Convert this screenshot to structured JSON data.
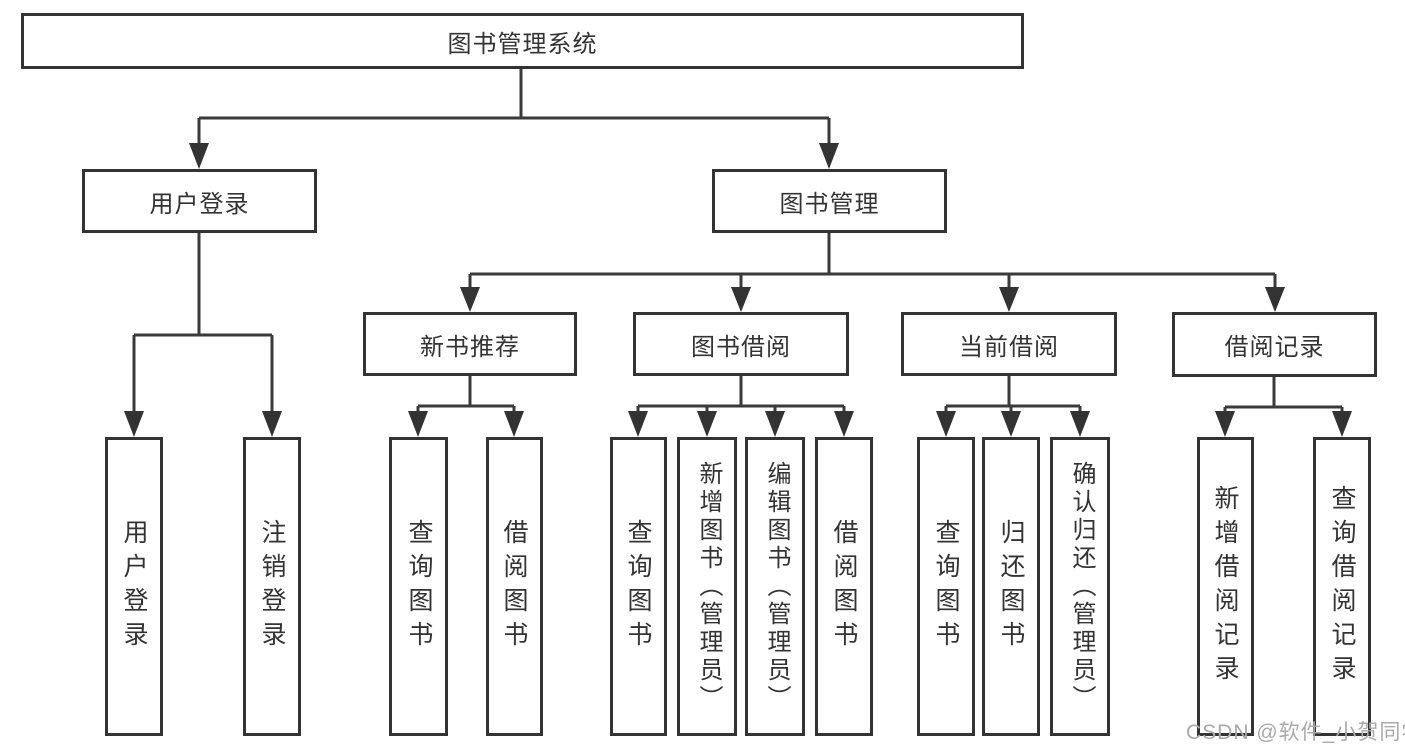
{
  "tree": {
    "label": "图书管理系统",
    "children": [
      {
        "label": "用户登录",
        "children": [
          {
            "label": "用户登录"
          },
          {
            "label": "注销登录"
          }
        ]
      },
      {
        "label": "图书管理",
        "children": [
          {
            "label": "新书推荐",
            "children": [
              {
                "label": "查询图书"
              },
              {
                "label": "借阅图书"
              }
            ]
          },
          {
            "label": "图书借阅",
            "children": [
              {
                "label": "查询图书"
              },
              {
                "label": "新增图书（管理员）"
              },
              {
                "label": "编辑图书（管理员）"
              },
              {
                "label": "借阅图书"
              }
            ]
          },
          {
            "label": "当前借阅",
            "children": [
              {
                "label": "查询图书"
              },
              {
                "label": "归还图书"
              },
              {
                "label": "确认归还（管理员）"
              }
            ]
          },
          {
            "label": "借阅记录",
            "children": [
              {
                "label": "新增借阅记录"
              },
              {
                "label": "查询借阅记录"
              }
            ]
          }
        ]
      }
    ]
  },
  "watermark": "CSDN @软件_小贺同学",
  "colors": {
    "line": "#3a3a3a",
    "box_border": "#333333",
    "text": "#333333",
    "watermark": "#aaaaaa",
    "background": "#ffffff"
  }
}
